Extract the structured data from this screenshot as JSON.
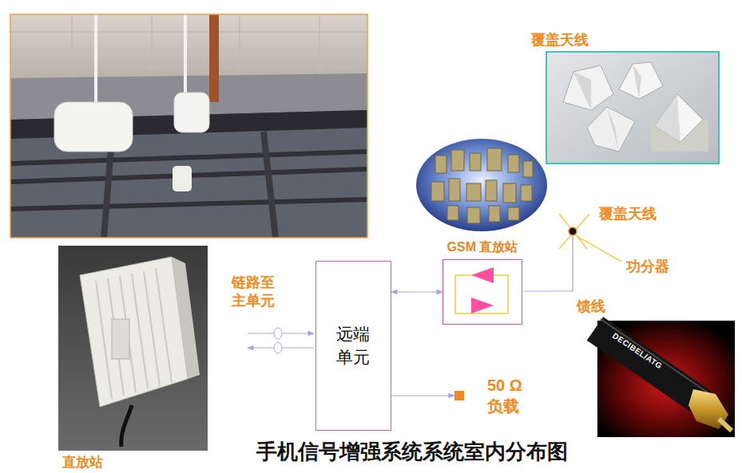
{
  "diagram": {
    "caption": "手机信号增强系统系统室内分布图",
    "nodes": [
      {
        "text": [
          "远端 单元"
        ]
      },
      {
        "text": [
          "GSM 直放站"
        ]
      },
      {
        "text": [
          "50 Ω 负载"
        ]
      }
    ],
    "edges": [
      {
        "from": 0,
        "to": 1,
        "arrow": "both"
      },
      {
        "from": 0,
        "to": 2,
        "arrow": "to"
      }
    ],
    "labels": [
      "覆盖天线",
      "覆盖天线",
      "功分器",
      "链路至 主单元",
      "馈线",
      "直放站",
      "DECIBEL/ATG"
    ]
  }
}
